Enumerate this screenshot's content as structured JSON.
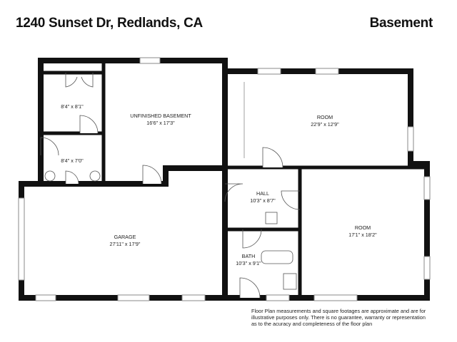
{
  "header": {
    "address": "1240 Sunset Dr, Redlands, CA",
    "level": "Basement"
  },
  "rooms": [
    {
      "id": "closet-a",
      "name": "",
      "dims": "8'4\" x 8'1\""
    },
    {
      "id": "closet-b",
      "name": "",
      "dims": "8'4\" x 7'0\""
    },
    {
      "id": "unfinished-basement",
      "name": "UNFINISHED BASEMENT",
      "dims": "16'6\" x 17'3\""
    },
    {
      "id": "room-top",
      "name": "ROOM",
      "dims": "22'9\" x 12'9\""
    },
    {
      "id": "hall",
      "name": "HALL",
      "dims": "10'3\" x 8'7\""
    },
    {
      "id": "room-right",
      "name": "ROOM",
      "dims": "17'1\" x 18'2\""
    },
    {
      "id": "garage",
      "name": "GARAGE",
      "dims": "27'11\" x 17'9\""
    },
    {
      "id": "bath",
      "name": "BATH",
      "dims": "10'3\" x 9'1\""
    }
  ],
  "disclaimer": {
    "lines": [
      "Floor Plan measurements and square footages are approximate and are for",
      "illustrative purposes only. There is no guarantee, warranty or representation",
      "as to the acuracy and completeness of the floor plan"
    ]
  },
  "colors": {
    "wall": "#111111",
    "window": "#9a9a9a",
    "background": "#ffffff"
  }
}
